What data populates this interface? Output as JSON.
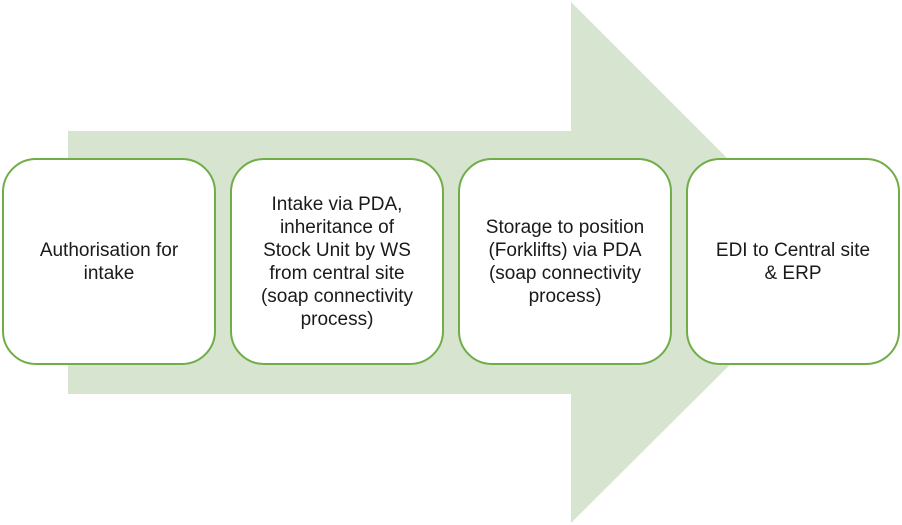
{
  "colors": {
    "arrow_fill": "#d6e4d0",
    "box_border": "#70ad47",
    "box_fill": "#ffffff",
    "text": "#1a1a1a"
  },
  "steps": [
    {
      "label": "Authorisation for\nintake"
    },
    {
      "label": "Intake via PDA,\ninheritance of\nStock Unit by WS\nfrom central site\n(soap connectivity\nprocess)"
    },
    {
      "label": "Storage to position\n(Forklifts) via PDA\n(soap connectivity\nprocess)"
    },
    {
      "label": "EDI to Central site\n& ERP"
    }
  ]
}
